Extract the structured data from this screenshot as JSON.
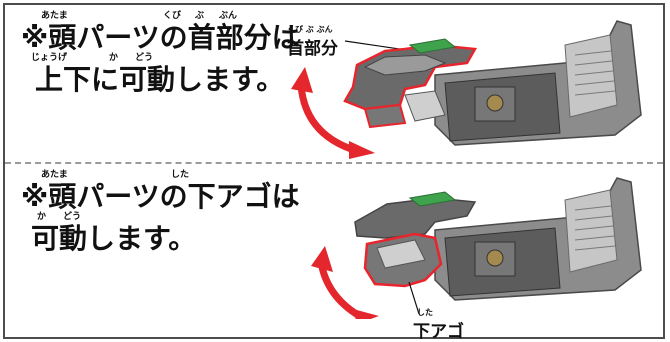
{
  "panel1": {
    "line1": "※頭パーツの首部分は",
    "line2": "上下に可動します。",
    "ruby1": [
      "あたま",
      "くび",
      "ぶ",
      "ぶん"
    ],
    "ruby2": [
      "じょうげ",
      "か",
      "どう"
    ],
    "callout_label": "首部分",
    "callout_ruby": "くび ぶ ぶん"
  },
  "panel2": {
    "line1": "※頭パーツの下アゴは",
    "line2": "可動します。",
    "ruby1": [
      "あたま",
      "した"
    ],
    "ruby2": [
      "か",
      "どう"
    ],
    "callout_label": "下アゴ",
    "callout_ruby": "した"
  },
  "colors": {
    "outline_red": "#e8252d",
    "arrow_red": "#e4262d",
    "gray_dark": "#5c5c5c",
    "gray_mid": "#8c8c8c",
    "gray_light": "#c6c6c6",
    "green": "#3fa34d"
  }
}
